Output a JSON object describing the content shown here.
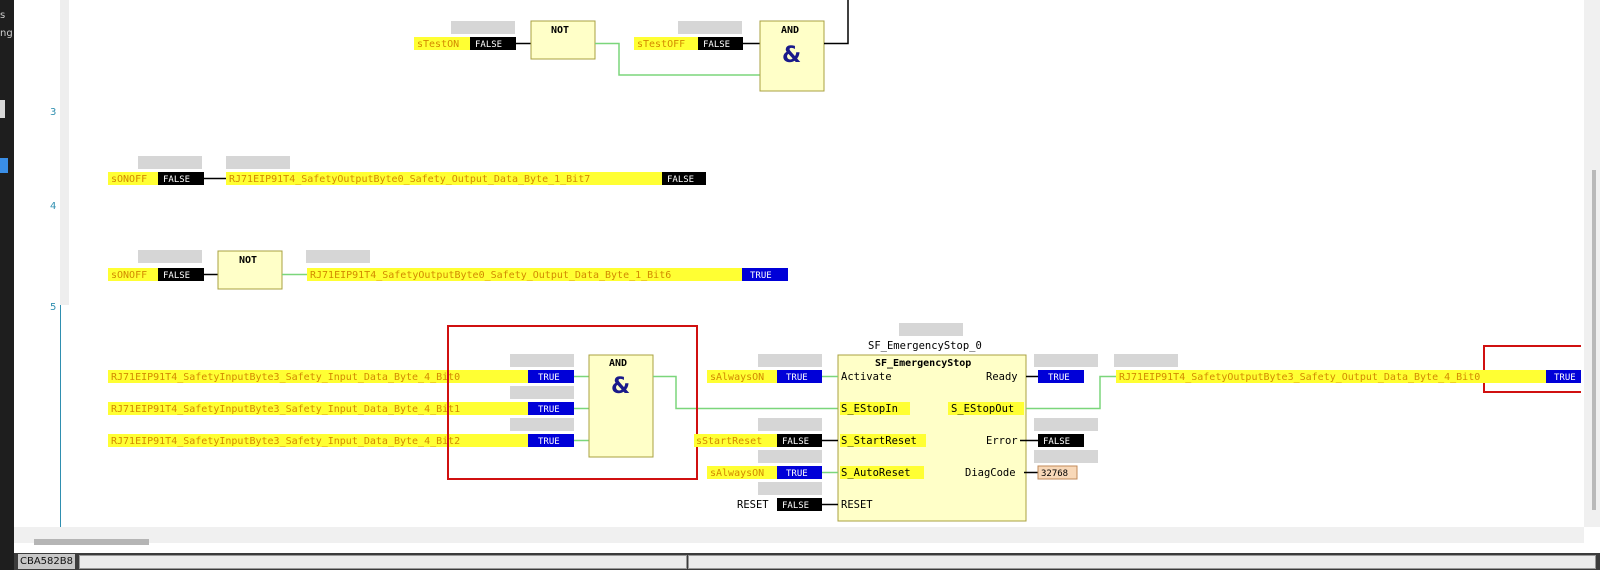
{
  "sidebar": {
    "label_s": "s",
    "label_ng": "ng"
  },
  "status_bar": {
    "address": "CBA582B8"
  },
  "rows": [
    "3",
    "4",
    "5"
  ],
  "network1": {
    "var_test_on": "sTestON",
    "var_test_on_value": "FALSE",
    "not_label": "NOT",
    "var_test_off": "sTestOFF",
    "var_test_off_value": "FALSE",
    "and_label": "AND",
    "and_symbol": "&"
  },
  "network3": {
    "input_var": "sONOFF",
    "input_value": "FALSE",
    "output_var": "RJ71EIP91T4_SafetyOutputByte0_Safety_Output_Data_Byte_1_Bit7",
    "output_value": "FALSE"
  },
  "network4": {
    "input_var": "sONOFF",
    "input_value": "FALSE",
    "not_label": "NOT",
    "output_var": "RJ71EIP91T4_SafetyOutputByte0_Safety_Output_Data_Byte_1_Bit6",
    "output_value": "TRUE"
  },
  "network5": {
    "inputs": [
      {
        "var": "RJ71EIP91T4_SafetyInputByte3_Safety_Input_Data_Byte_4_Bit0",
        "value": "TRUE"
      },
      {
        "var": "RJ71EIP91T4_SafetyInputByte3_Safety_Input_Data_Byte_4_Bit1",
        "value": "TRUE"
      },
      {
        "var": "RJ71EIP91T4_SafetyInputByte3_Safety_Input_Data_Byte_4_Bit2",
        "value": "TRUE"
      }
    ],
    "and_label": "AND",
    "and_symbol": "&",
    "fb_instance": "SF_EmergencyStop_0",
    "fb_type": "SF_EmergencyStop",
    "fb_inputs": [
      {
        "pin": "Activate",
        "var": "sAlwaysON",
        "value": "TRUE"
      },
      {
        "pin": "S_EStopIn"
      },
      {
        "pin": "S_StartReset",
        "var": "sStartReset",
        "value": "FALSE"
      },
      {
        "pin": "S_AutoReset",
        "var": "sAlwaysON",
        "value": "TRUE"
      },
      {
        "pin": "RESET",
        "var": "RESET",
        "value": "FALSE"
      }
    ],
    "fb_outputs": [
      {
        "pin": "Ready",
        "value": "TRUE"
      },
      {
        "pin": "S_EStopOut"
      },
      {
        "pin": "Error",
        "value": "FALSE"
      },
      {
        "pin": "DiagCode",
        "value": "32768"
      }
    ],
    "output_var": "RJ71EIP91T4_SafetyOutputByte3_Safety_Output_Data_Byte_4_Bit0",
    "output_value": "TRUE"
  },
  "colors": {
    "var_yellow": "#ffff33",
    "var_text": "#d28a00",
    "fb_fill": "#ffffc8",
    "true_bg": "#0000d8",
    "false_bg": "#000000",
    "wire_true": "#7bd67b",
    "wire_false": "#000000",
    "highlight": "#d01010",
    "diag_bg": "#f8d8b8"
  }
}
